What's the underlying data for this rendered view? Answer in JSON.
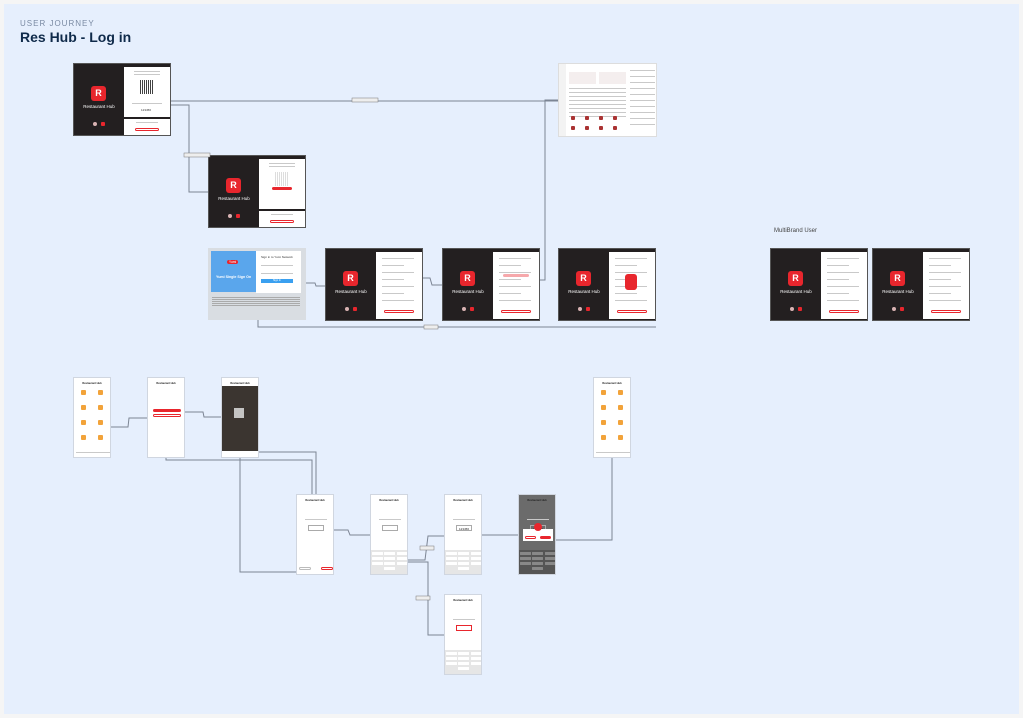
{
  "header": {
    "eyebrow": "USER JOURNEY",
    "title": "Res Hub - Log in"
  },
  "multibrand_label": "MultiBrand User",
  "app_name": "Restaurant Hub",
  "logo_glyph": "R",
  "sso": {
    "banner": "Yumi Single Sign On",
    "heading": "Sign in to Yumi Network",
    "button": "Sign In",
    "logo": "Yumi"
  },
  "pin_code": "123456",
  "phone_title": "Restaurant Hub",
  "colors": {
    "canvas": "#e6effd",
    "tablet": "#231f20",
    "accent": "#e8262d",
    "connector": "#7c8594"
  }
}
